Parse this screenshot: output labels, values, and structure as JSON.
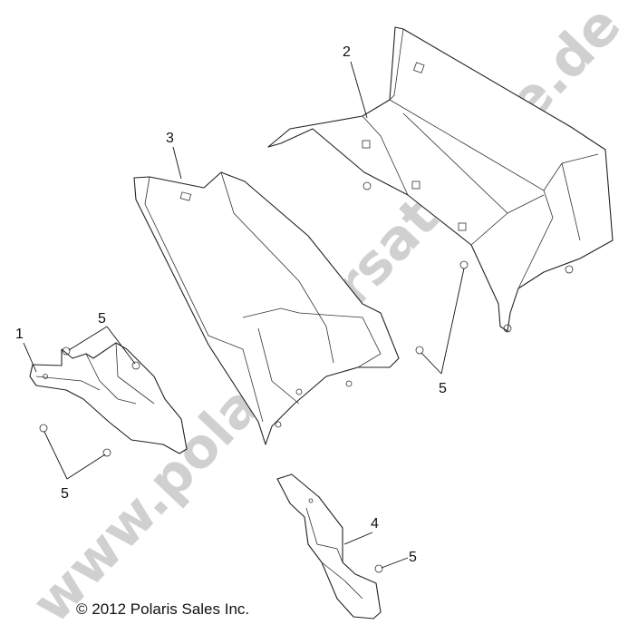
{
  "diagram": {
    "callouts": {
      "part1": "1",
      "part2": "2",
      "part3": "3",
      "part4": "4",
      "fastener_a": "5",
      "fastener_b": "5",
      "fastener_c": "5",
      "fastener_d": "5"
    },
    "copyright": "© 2012 Polaris Sales Inc.",
    "watermark": "www.polaris-ersatzteile.de"
  }
}
